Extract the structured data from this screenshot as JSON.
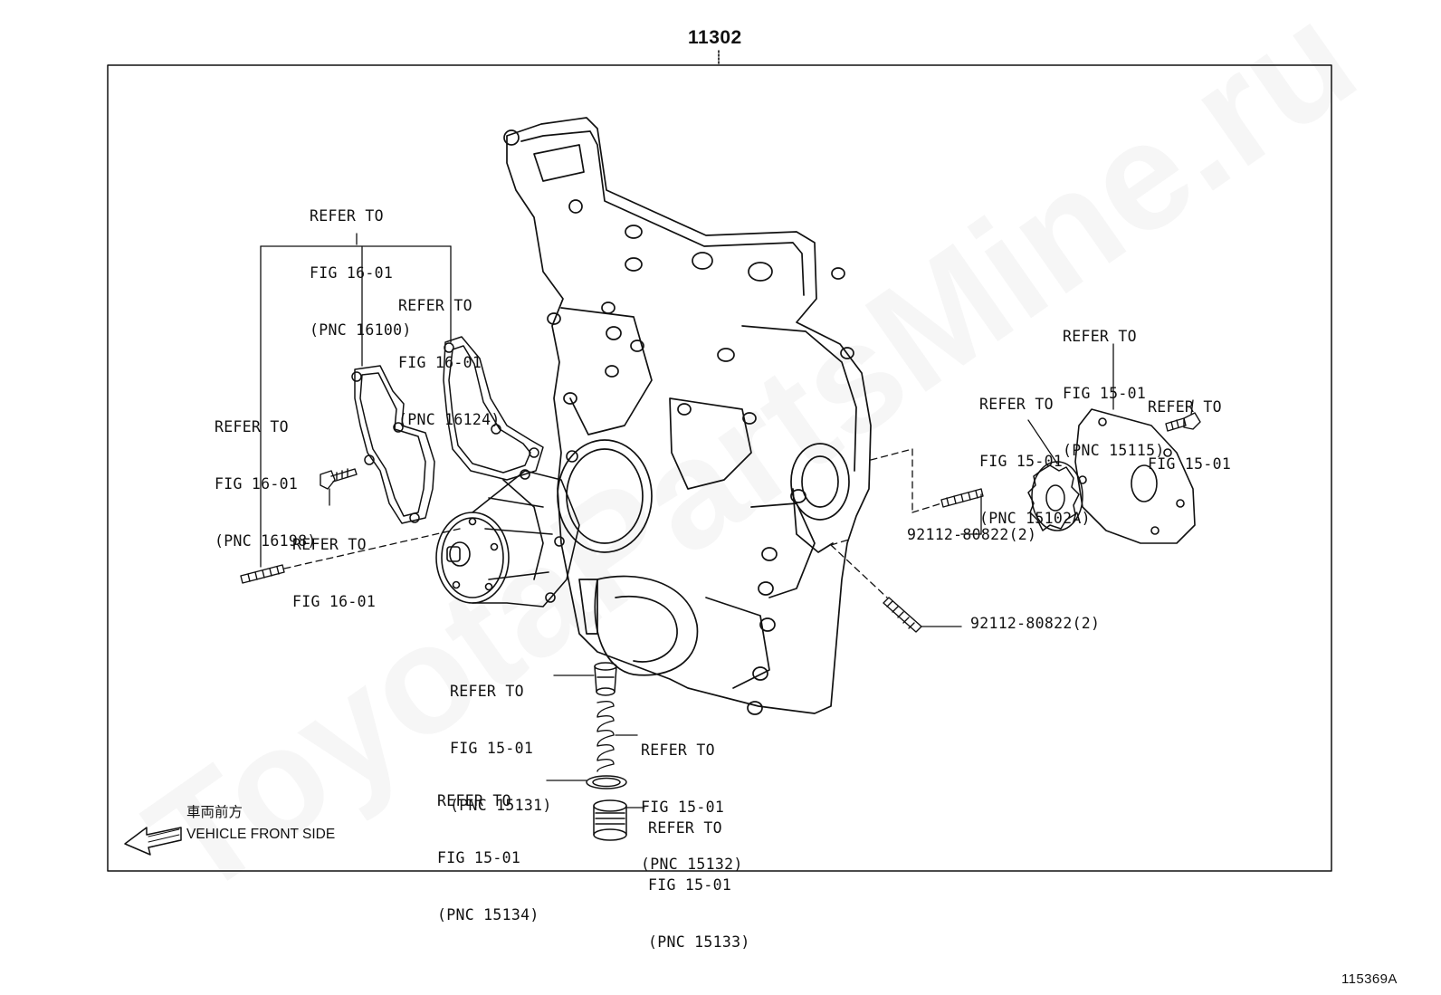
{
  "diagram": {
    "assembly_code": "11302",
    "figure_id": "115369A",
    "watermark": "ToyotaPartsMine.ru",
    "direction": {
      "japanese": "車両前方",
      "english": "VEHICLE FRONT SIDE"
    },
    "callouts": [
      {
        "id": "pnc16100",
        "lines": [
          "REFER TO",
          "FIG 16-01",
          "(PNC 16100)"
        ]
      },
      {
        "id": "pnc16124",
        "lines": [
          "REFER TO",
          "FIG 16-01",
          "(PNC 16124)"
        ]
      },
      {
        "id": "pnc16198",
        "lines": [
          "REFER TO",
          "FIG 16-01",
          "(PNC 16198)"
        ]
      },
      {
        "id": "fig1601",
        "lines": [
          "REFER TO",
          "FIG 16-01"
        ]
      },
      {
        "id": "pnc15115",
        "lines": [
          "REFER TO",
          "FIG 15-01",
          "(PNC 15115)"
        ]
      },
      {
        "id": "pnc15102a",
        "lines": [
          "REFER TO",
          "FIG 15-01",
          "(PNC 15102A)"
        ]
      },
      {
        "id": "fig1501",
        "lines": [
          "REFER TO",
          "FIG 15-01"
        ]
      },
      {
        "id": "pnc15131",
        "lines": [
          "REFER TO",
          "FIG 15-01",
          "(PNC 15131)"
        ]
      },
      {
        "id": "pnc15132",
        "lines": [
          "REFER TO",
          "FIG 15-01",
          "(PNC 15132)"
        ]
      },
      {
        "id": "pnc15134",
        "lines": [
          "REFER TO",
          "FIG 15-01",
          "(PNC 15134)"
        ]
      },
      {
        "id": "pnc15133",
        "lines": [
          "REFER TO",
          "FIG 15-01",
          "(PNC 15133)"
        ]
      }
    ],
    "part_numbers": [
      {
        "id": "stud1",
        "text": "92112-80822(2)"
      },
      {
        "id": "stud2",
        "text": "92112-80822(2)"
      }
    ]
  }
}
